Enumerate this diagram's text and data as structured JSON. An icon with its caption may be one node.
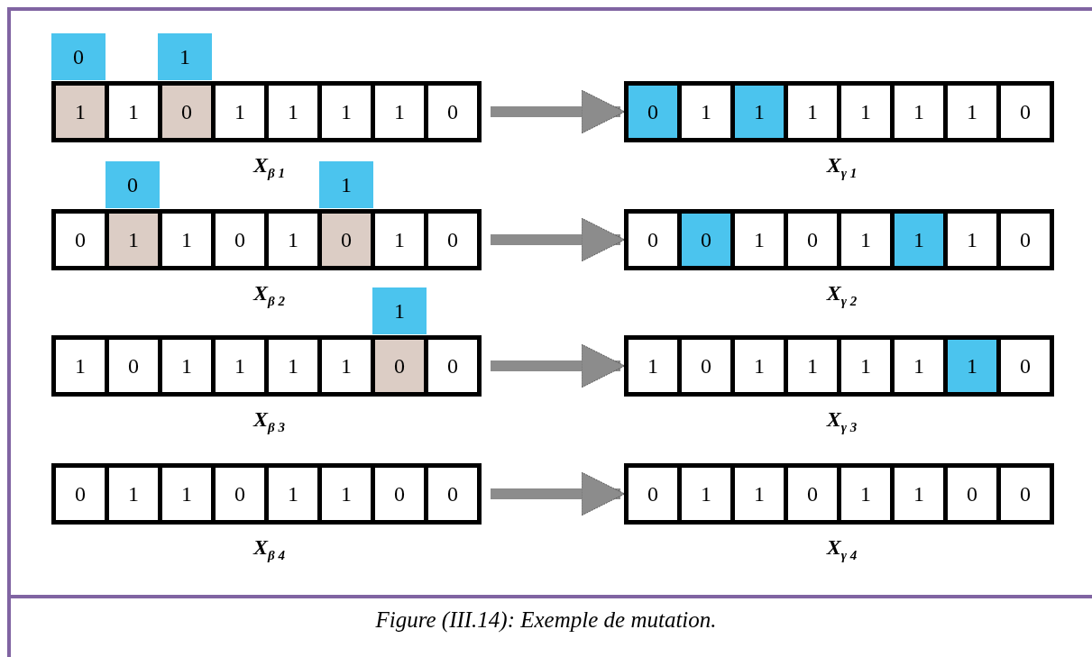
{
  "diagram": {
    "caption": "Figure (III.14): Exemple de mutation.",
    "nodes": [
      {
        "text": [
          "0"
        ]
      },
      {
        "text": [
          "1"
        ]
      },
      {
        "text": [
          "X$_{β 1}$"
        ]
      },
      {
        "text": [
          "1"
        ],
        "in": 2
      },
      {
        "text": [
          "1"
        ],
        "in": 2
      },
      {
        "text": [
          "0"
        ],
        "in": 2
      },
      {
        "text": [
          "1"
        ],
        "in": 2
      },
      {
        "text": [
          "1"
        ],
        "in": 2
      },
      {
        "text": [
          "1"
        ],
        "in": 2
      },
      {
        "text": [
          "1"
        ],
        "in": 2
      },
      {
        "text": [
          "0"
        ],
        "in": 2
      },
      {
        "text": [
          "X$_{γ 1}$"
        ]
      },
      {
        "text": [
          "0"
        ],
        "in": 11
      },
      {
        "text": [
          "1"
        ],
        "in": 11
      },
      {
        "text": [
          "1"
        ],
        "in": 11
      },
      {
        "text": [
          "1"
        ],
        "in": 11
      },
      {
        "text": [
          "1"
        ],
        "in": 11
      },
      {
        "text": [
          "1"
        ],
        "in": 11
      },
      {
        "text": [
          "1"
        ],
        "in": 11
      },
      {
        "text": [
          "0"
        ],
        "in": 11
      },
      {
        "text": [
          "0"
        ]
      },
      {
        "text": [
          "1"
        ]
      },
      {
        "text": [
          "X$_{β 2}$"
        ]
      },
      {
        "text": [
          "0"
        ],
        "in": 22
      },
      {
        "text": [
          "1"
        ],
        "in": 22
      },
      {
        "text": [
          "1"
        ],
        "in": 22
      },
      {
        "text": [
          "0"
        ],
        "in": 22
      },
      {
        "text": [
          "1"
        ],
        "in": 22
      },
      {
        "text": [
          "0"
        ],
        "in": 22
      },
      {
        "text": [
          "1"
        ],
        "in": 22
      },
      {
        "text": [
          "0"
        ],
        "in": 22
      },
      {
        "text": [
          "X$_{γ 2}$"
        ]
      },
      {
        "text": [
          "0"
        ],
        "in": 31
      },
      {
        "text": [
          "0"
        ],
        "in": 31
      },
      {
        "text": [
          "1"
        ],
        "in": 31
      },
      {
        "text": [
          "0"
        ],
        "in": 31
      },
      {
        "text": [
          "1"
        ],
        "in": 31
      },
      {
        "text": [
          "1"
        ],
        "in": 31
      },
      {
        "text": [
          "1"
        ],
        "in": 31
      },
      {
        "text": [
          "0"
        ],
        "in": 31
      },
      {
        "text": [
          "1"
        ]
      },
      {
        "text": [
          "X$_{β 3}$"
        ]
      },
      {
        "text": [
          "1"
        ],
        "in": 41
      },
      {
        "text": [
          "0"
        ],
        "in": 41
      },
      {
        "text": [
          "1"
        ],
        "in": 41
      },
      {
        "text": [
          "1"
        ],
        "in": 41
      },
      {
        "text": [
          "1"
        ],
        "in": 41
      },
      {
        "text": [
          "1"
        ],
        "in": 41
      },
      {
        "text": [
          "0"
        ],
        "in": 41
      },
      {
        "text": [
          "0"
        ],
        "in": 41
      },
      {
        "text": [
          "X$_{γ 3}$"
        ]
      },
      {
        "text": [
          "1"
        ],
        "in": 50
      },
      {
        "text": [
          "0"
        ],
        "in": 50
      },
      {
        "text": [
          "1"
        ],
        "in": 50
      },
      {
        "text": [
          "1"
        ],
        "in": 50
      },
      {
        "text": [
          "1"
        ],
        "in": 50
      },
      {
        "text": [
          "1"
        ],
        "in": 50
      },
      {
        "text": [
          "1"
        ],
        "in": 50
      },
      {
        "text": [
          "0"
        ],
        "in": 50
      },
      {
        "text": [
          "X$_{β 4}$"
        ]
      },
      {
        "text": [
          "0"
        ],
        "in": 59
      },
      {
        "text": [
          "1"
        ],
        "in": 59
      },
      {
        "text": [
          "1"
        ],
        "in": 59
      },
      {
        "text": [
          "0"
        ],
        "in": 59
      },
      {
        "text": [
          "1"
        ],
        "in": 59
      },
      {
        "text": [
          "1"
        ],
        "in": 59
      },
      {
        "text": [
          "0"
        ],
        "in": 59
      },
      {
        "text": [
          "0"
        ],
        "in": 59
      },
      {
        "text": [
          "X$_{γ 4}$"
        ]
      },
      {
        "text": [
          "0"
        ],
        "in": 68
      },
      {
        "text": [
          "1"
        ],
        "in": 68
      },
      {
        "text": [
          "1"
        ],
        "in": 68
      },
      {
        "text": [
          "0"
        ],
        "in": 68
      },
      {
        "text": [
          "1"
        ],
        "in": 68
      },
      {
        "text": [
          "1"
        ],
        "in": 68
      },
      {
        "text": [
          "0"
        ],
        "in": 68
      },
      {
        "text": [
          "0"
        ],
        "in": 68
      }
    ],
    "edges": [
      {
        "from": 2,
        "to": 11,
        "arrow": "to"
      },
      {
        "from": 22,
        "to": 31,
        "arrow": "to"
      },
      {
        "from": 41,
        "to": 50,
        "arrow": "to"
      },
      {
        "from": 59,
        "to": 68,
        "arrow": "to"
      }
    ]
  }
}
